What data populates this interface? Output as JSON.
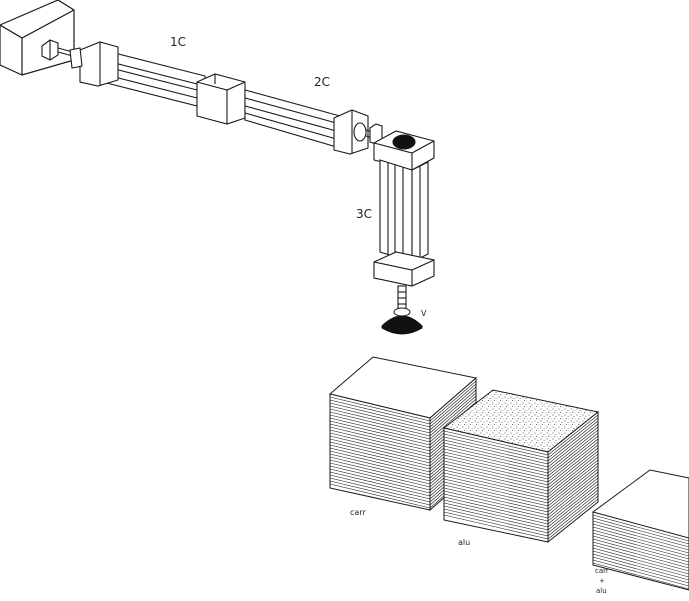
{
  "labels": {
    "cylinder_1": "1C",
    "cylinder_2": "2C",
    "cylinder_3": "3C",
    "vacuum_cup": "V",
    "stack_a": "carr",
    "stack_b": "alu",
    "stack_c_top": "carr",
    "stack_c_plus": "+",
    "stack_c_bottom": "alu"
  },
  "colors": {
    "line": "#1a1a1a",
    "fill": "#ffffff",
    "dark": "#111111"
  }
}
